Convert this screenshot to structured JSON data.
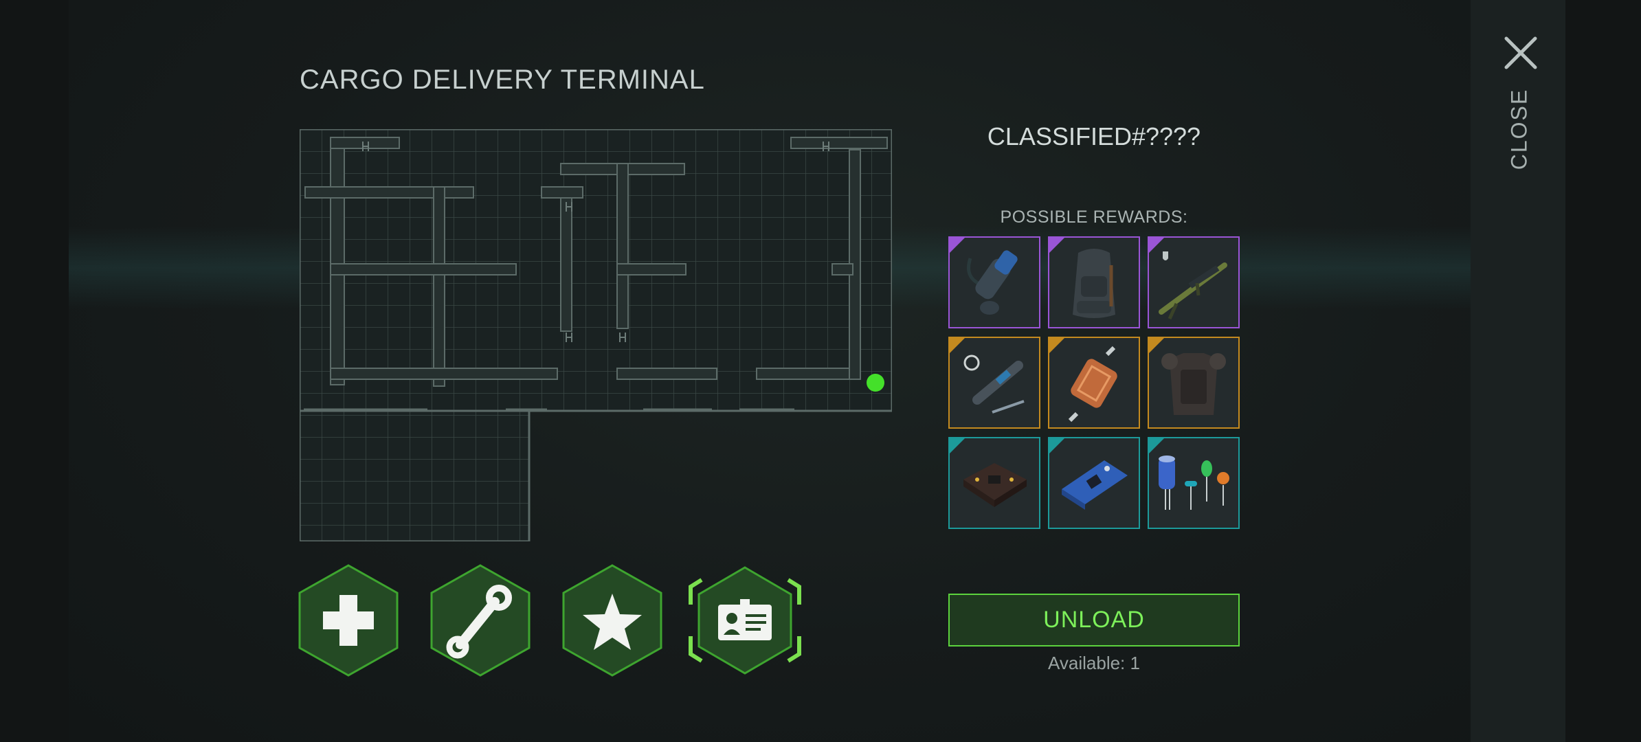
{
  "header": {
    "title": "CARGO DELIVERY TERMINAL"
  },
  "close": {
    "label": "CLOSE",
    "icon": "close-icon"
  },
  "map": {
    "marker_color": "#44e02a",
    "line_color": "#5c6b68"
  },
  "crate": {
    "title": "CLASSIFIED#????",
    "rewards_label": "POSSIBLE REWARDS:",
    "rewards": [
      {
        "icon": "scope-icon",
        "rarity": "purple",
        "color": "#9a55d6"
      },
      {
        "icon": "backpack-icon",
        "rarity": "purple",
        "color": "#9a55d6"
      },
      {
        "icon": "sniper-rifle-icon",
        "rarity": "purple",
        "color": "#9a55d6"
      },
      {
        "icon": "trigger-mechanism-icon",
        "rarity": "orange",
        "color": "#c48a1f"
      },
      {
        "icon": "electric-motor-icon",
        "rarity": "orange",
        "color": "#c48a1f"
      },
      {
        "icon": "body-armor-icon",
        "rarity": "orange",
        "color": "#c48a1f"
      },
      {
        "icon": "circuit-board-icon",
        "rarity": "teal",
        "color": "#1c9a9a"
      },
      {
        "icon": "microchip-icon",
        "rarity": "teal",
        "color": "#1c9a9a"
      },
      {
        "icon": "electronic-components-icon",
        "rarity": "teal",
        "color": "#1c9a9a"
      }
    ]
  },
  "actions": [
    {
      "icon": "medical-cross-icon"
    },
    {
      "icon": "wrench-icon"
    },
    {
      "icon": "star-icon"
    },
    {
      "icon": "id-card-icon",
      "selected": true
    }
  ],
  "unload": {
    "label": "UNLOAD",
    "available": "Available:  1"
  }
}
